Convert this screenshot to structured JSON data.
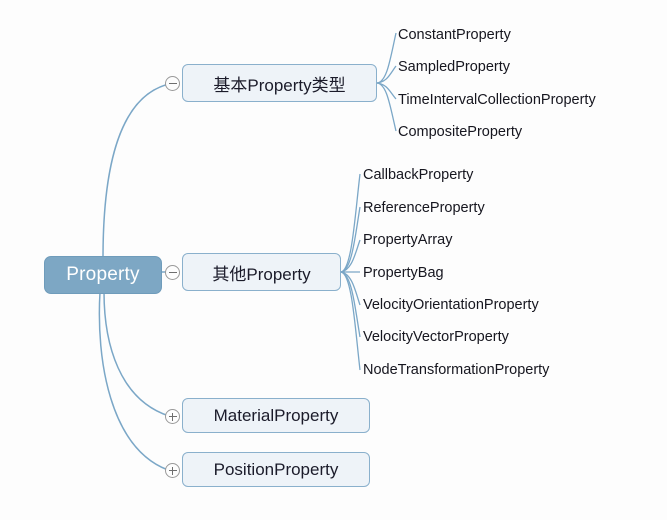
{
  "diagram": {
    "type": "mind-map",
    "background_color": "#fdfdfd",
    "root": {
      "label": "Property",
      "fill_color": "#7da7c4",
      "text_color": "#ffffff"
    },
    "node_style": {
      "fill_color": "#eef3f8",
      "border_color": "#8ab0cc",
      "text_color": "#1b1b2a"
    },
    "edge_color": "#7ba7c7",
    "branches": [
      {
        "label": "基本Property类型",
        "toggle": "collapse-minus",
        "expanded": true,
        "children": [
          "ConstantProperty",
          "SampledProperty",
          "TimeIntervalCollectionProperty",
          "CompositeProperty"
        ]
      },
      {
        "label": "其他Property",
        "toggle": "collapse-minus",
        "expanded": true,
        "children": [
          "CallbackProperty",
          "ReferenceProperty",
          "PropertyArray",
          "PropertyBag",
          "VelocityOrientationProperty",
          "VelocityVectorProperty",
          "NodeTransformationProperty"
        ]
      },
      {
        "label": "MaterialProperty",
        "toggle": "expand-plus",
        "expanded": false,
        "children": []
      },
      {
        "label": "PositionProperty",
        "toggle": "expand-plus",
        "expanded": false,
        "children": []
      }
    ]
  }
}
